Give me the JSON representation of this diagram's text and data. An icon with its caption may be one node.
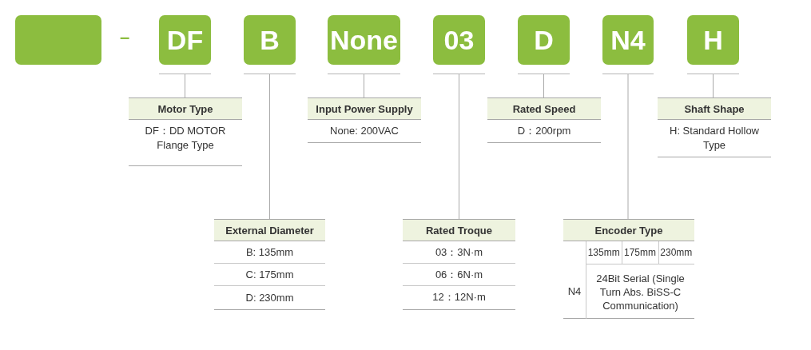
{
  "diagram": {
    "nodes": [
      {
        "text": [],
        "shape": "box"
      },
      {
        "text": [
          "DF"
        ]
      },
      {
        "text": [
          "B"
        ]
      },
      {
        "text": [
          "None"
        ]
      },
      {
        "text": [
          "03"
        ]
      },
      {
        "text": [
          "D"
        ]
      },
      {
        "text": [
          "N4"
        ]
      },
      {
        "text": [
          "H"
        ]
      },
      {
        "text": [
          "Motor Type",
          "DF：DD MOTOR Flange Type"
        ]
      },
      {
        "text": [
          "Input Power Supply",
          "None: 200VAC"
        ]
      },
      {
        "text": [
          "Rated Speed",
          "D：200rpm"
        ]
      },
      {
        "text": [
          "Shaft Shape",
          "H: Standard Hollow Type"
        ]
      },
      {
        "text": [
          "External Diameter",
          "B: 135mm",
          "C: 175mm",
          "D: 230mm"
        ]
      },
      {
        "text": [
          "Rated Troque",
          "03：3N·m",
          "06：6N·m",
          "12：12N·m"
        ]
      },
      {
        "text": [
          "Encoder Type",
          "135mm",
          "175mm",
          "230mm",
          "N4",
          "24Bit Serial (Single Turn Abs. BiSS-C Communication)"
        ]
      }
    ],
    "edges": [
      {
        "from": 1,
        "to": 8,
        "arrow": "none"
      },
      {
        "from": 2,
        "to": 12,
        "arrow": "none"
      },
      {
        "from": 3,
        "to": 9,
        "arrow": "none"
      },
      {
        "from": 4,
        "to": 13,
        "arrow": "none"
      },
      {
        "from": 5,
        "to": 10,
        "arrow": "none"
      },
      {
        "from": 6,
        "to": 14,
        "arrow": "none"
      },
      {
        "from": 7,
        "to": 11,
        "arrow": "none"
      }
    ],
    "labels": [
      "–"
    ]
  }
}
